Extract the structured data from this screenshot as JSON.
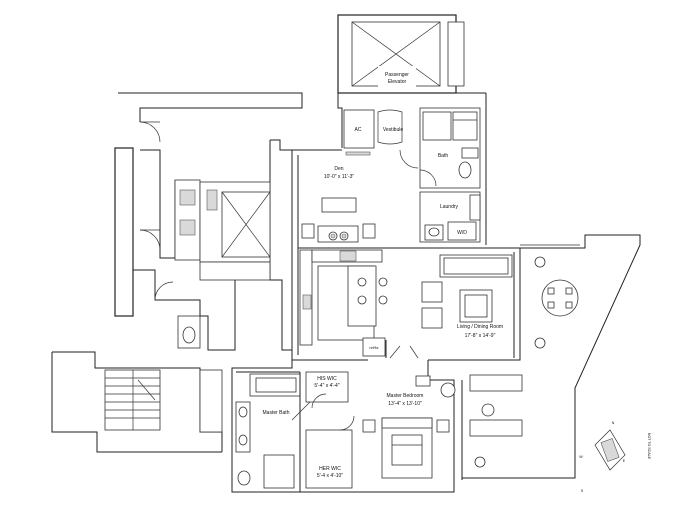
{
  "rooms": {
    "elevator": "Passenger\nElevator",
    "ac": "AC",
    "vestibule": "Vestibule",
    "bath": "Bath",
    "den_name": "Den",
    "den_dims": "10'-0\" x 11'-3\"",
    "laundry": "Laundry",
    "wd": "W/D",
    "ref": "ref/frz",
    "living_name": "Living / Dining Room",
    "living_dims": "17'-8\" x 14'-9\"",
    "his_wic_name": "HIS WIC",
    "his_wic_dims": "5'-4\" x 4'-4\"",
    "master_bath": "Master Bath",
    "master_bed_name": "Master Bedroom",
    "master_bed_dims": "13'-4\" x 13'-10\"",
    "her_wic_name": "HER WIC",
    "her_wic_dims": "5'-4 x 4'-10\""
  },
  "compass": {
    "n": "N",
    "w": "W",
    "e": "E",
    "s": "S",
    "note": "NOT TO SCALE"
  },
  "colors": {
    "wall": "#222222",
    "hatch": "#d9d9d9",
    "background": "#ffffff"
  }
}
